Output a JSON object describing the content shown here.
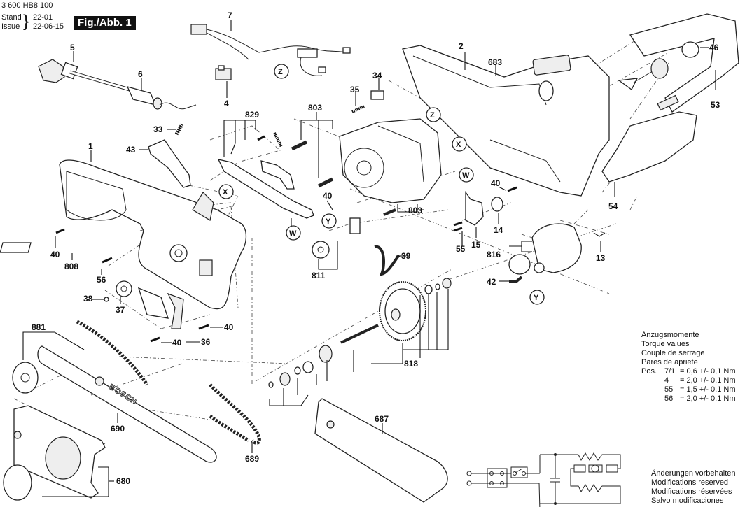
{
  "header": {
    "doc_number": "3 600 HB8 100",
    "stand_label": "Stand",
    "issue_label": "Issue",
    "old_date_struck": "22-01",
    "issue_date": "22-06-15",
    "figure_label": "Fig./Abb. 1"
  },
  "parts": [
    {
      "id": "1"
    },
    {
      "id": "2"
    },
    {
      "id": "4"
    },
    {
      "id": "5"
    },
    {
      "id": "6"
    },
    {
      "id": "7"
    },
    {
      "id": "13"
    },
    {
      "id": "14"
    },
    {
      "id": "15"
    },
    {
      "id": "33"
    },
    {
      "id": "34"
    },
    {
      "id": "35"
    },
    {
      "id": "36"
    },
    {
      "id": "37"
    },
    {
      "id": "38"
    },
    {
      "id": "39"
    },
    {
      "id": "40"
    },
    {
      "id": "42"
    },
    {
      "id": "43"
    },
    {
      "id": "46"
    },
    {
      "id": "53"
    },
    {
      "id": "54"
    },
    {
      "id": "55"
    },
    {
      "id": "56"
    },
    {
      "id": "680"
    },
    {
      "id": "683"
    },
    {
      "id": "687"
    },
    {
      "id": "689"
    },
    {
      "id": "690"
    },
    {
      "id": "803"
    },
    {
      "id": "808"
    },
    {
      "id": "811"
    },
    {
      "id": "816"
    },
    {
      "id": "818"
    },
    {
      "id": "829"
    },
    {
      "id": "881"
    }
  ],
  "labels": {
    "p1": "1",
    "p2": "2",
    "p4": "4",
    "p5": "5",
    "p6": "6",
    "p7": "7",
    "p13": "13",
    "p14": "14",
    "p15": "15",
    "p33": "33",
    "p34": "34",
    "p35": "35",
    "p36": "36",
    "p37": "37",
    "p38": "38",
    "p39": "39",
    "p40": "40",
    "p42": "42",
    "p43": "43",
    "p46": "46",
    "p53": "53",
    "p54": "54",
    "p55": "55",
    "p56": "56",
    "p680": "680",
    "p683": "683",
    "p687": "687",
    "p689": "689",
    "p690": "690",
    "p803": "803",
    "p808": "808",
    "p811": "811",
    "p816": "816",
    "p818": "818",
    "p829": "829",
    "p881": "881"
  },
  "connectors": {
    "W": "W",
    "X": "X",
    "Y": "Y",
    "Z": "Z"
  },
  "brand": "BOSCH",
  "torque": {
    "lines": [
      "Anzugsmomente",
      "Torque values",
      "Couple de serrage",
      "Pares de apriete"
    ],
    "prefix": "Pos.",
    "values": [
      {
        "pos": "7/1",
        "value": "= 0,6 +/- 0,1 Nm"
      },
      {
        "pos": "4",
        "value": "= 2,0 +/- 0,1 Nm"
      },
      {
        "pos": "55",
        "value": "= 1,5 +/- 0,1 Nm"
      },
      {
        "pos": "56",
        "value": "= 2,0 +/- 0,1 Nm"
      }
    ]
  },
  "notice": [
    "Änderungen vorbehalten",
    "Modifications reserved",
    "Modifications réservées",
    "Salvo modificaciones"
  ]
}
